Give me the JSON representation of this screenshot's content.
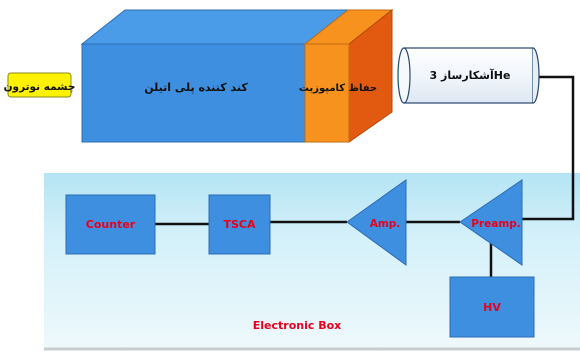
{
  "neutron_source": {
    "label": "چشمه نوترون"
  },
  "moderator": {
    "label": "کند کننده پلی اتیلن"
  },
  "composite_shield": {
    "label": "حفاظ کامپوزیت"
  },
  "detector": {
    "label": "آشکارساز 3He"
  },
  "electronic_box": {
    "label": "Electronic Box"
  },
  "blocks": {
    "counter": "Counter",
    "tsca": "TSCA",
    "amp": "Amp.",
    "preamp": "Preamp.",
    "hv": "HV"
  },
  "colors": {
    "block_fill": "#3e8fe0",
    "block_side": "#2867b0",
    "shield_fill": "#f7921e",
    "shield_side": "#e25a10",
    "source_fill": "#fff200",
    "box_bg": "#cfeef8",
    "red_text": "#e8001c",
    "line": "#111111"
  }
}
